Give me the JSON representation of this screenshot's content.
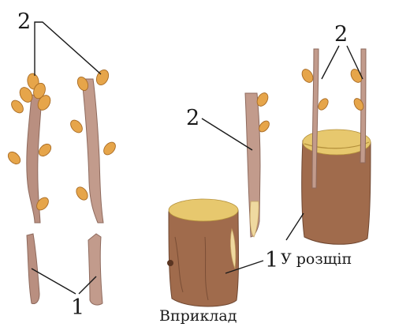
{
  "labels": {
    "scion": "2",
    "rootstock": "1"
  },
  "captions": {
    "method_side": "Вприклад",
    "method_cleft": "У розщіп"
  },
  "colors": {
    "bark_light": "#b98f80",
    "bark_dark": "#a06b4c",
    "bud": "#e6a54a",
    "cut_wood": "#e7c86e"
  }
}
